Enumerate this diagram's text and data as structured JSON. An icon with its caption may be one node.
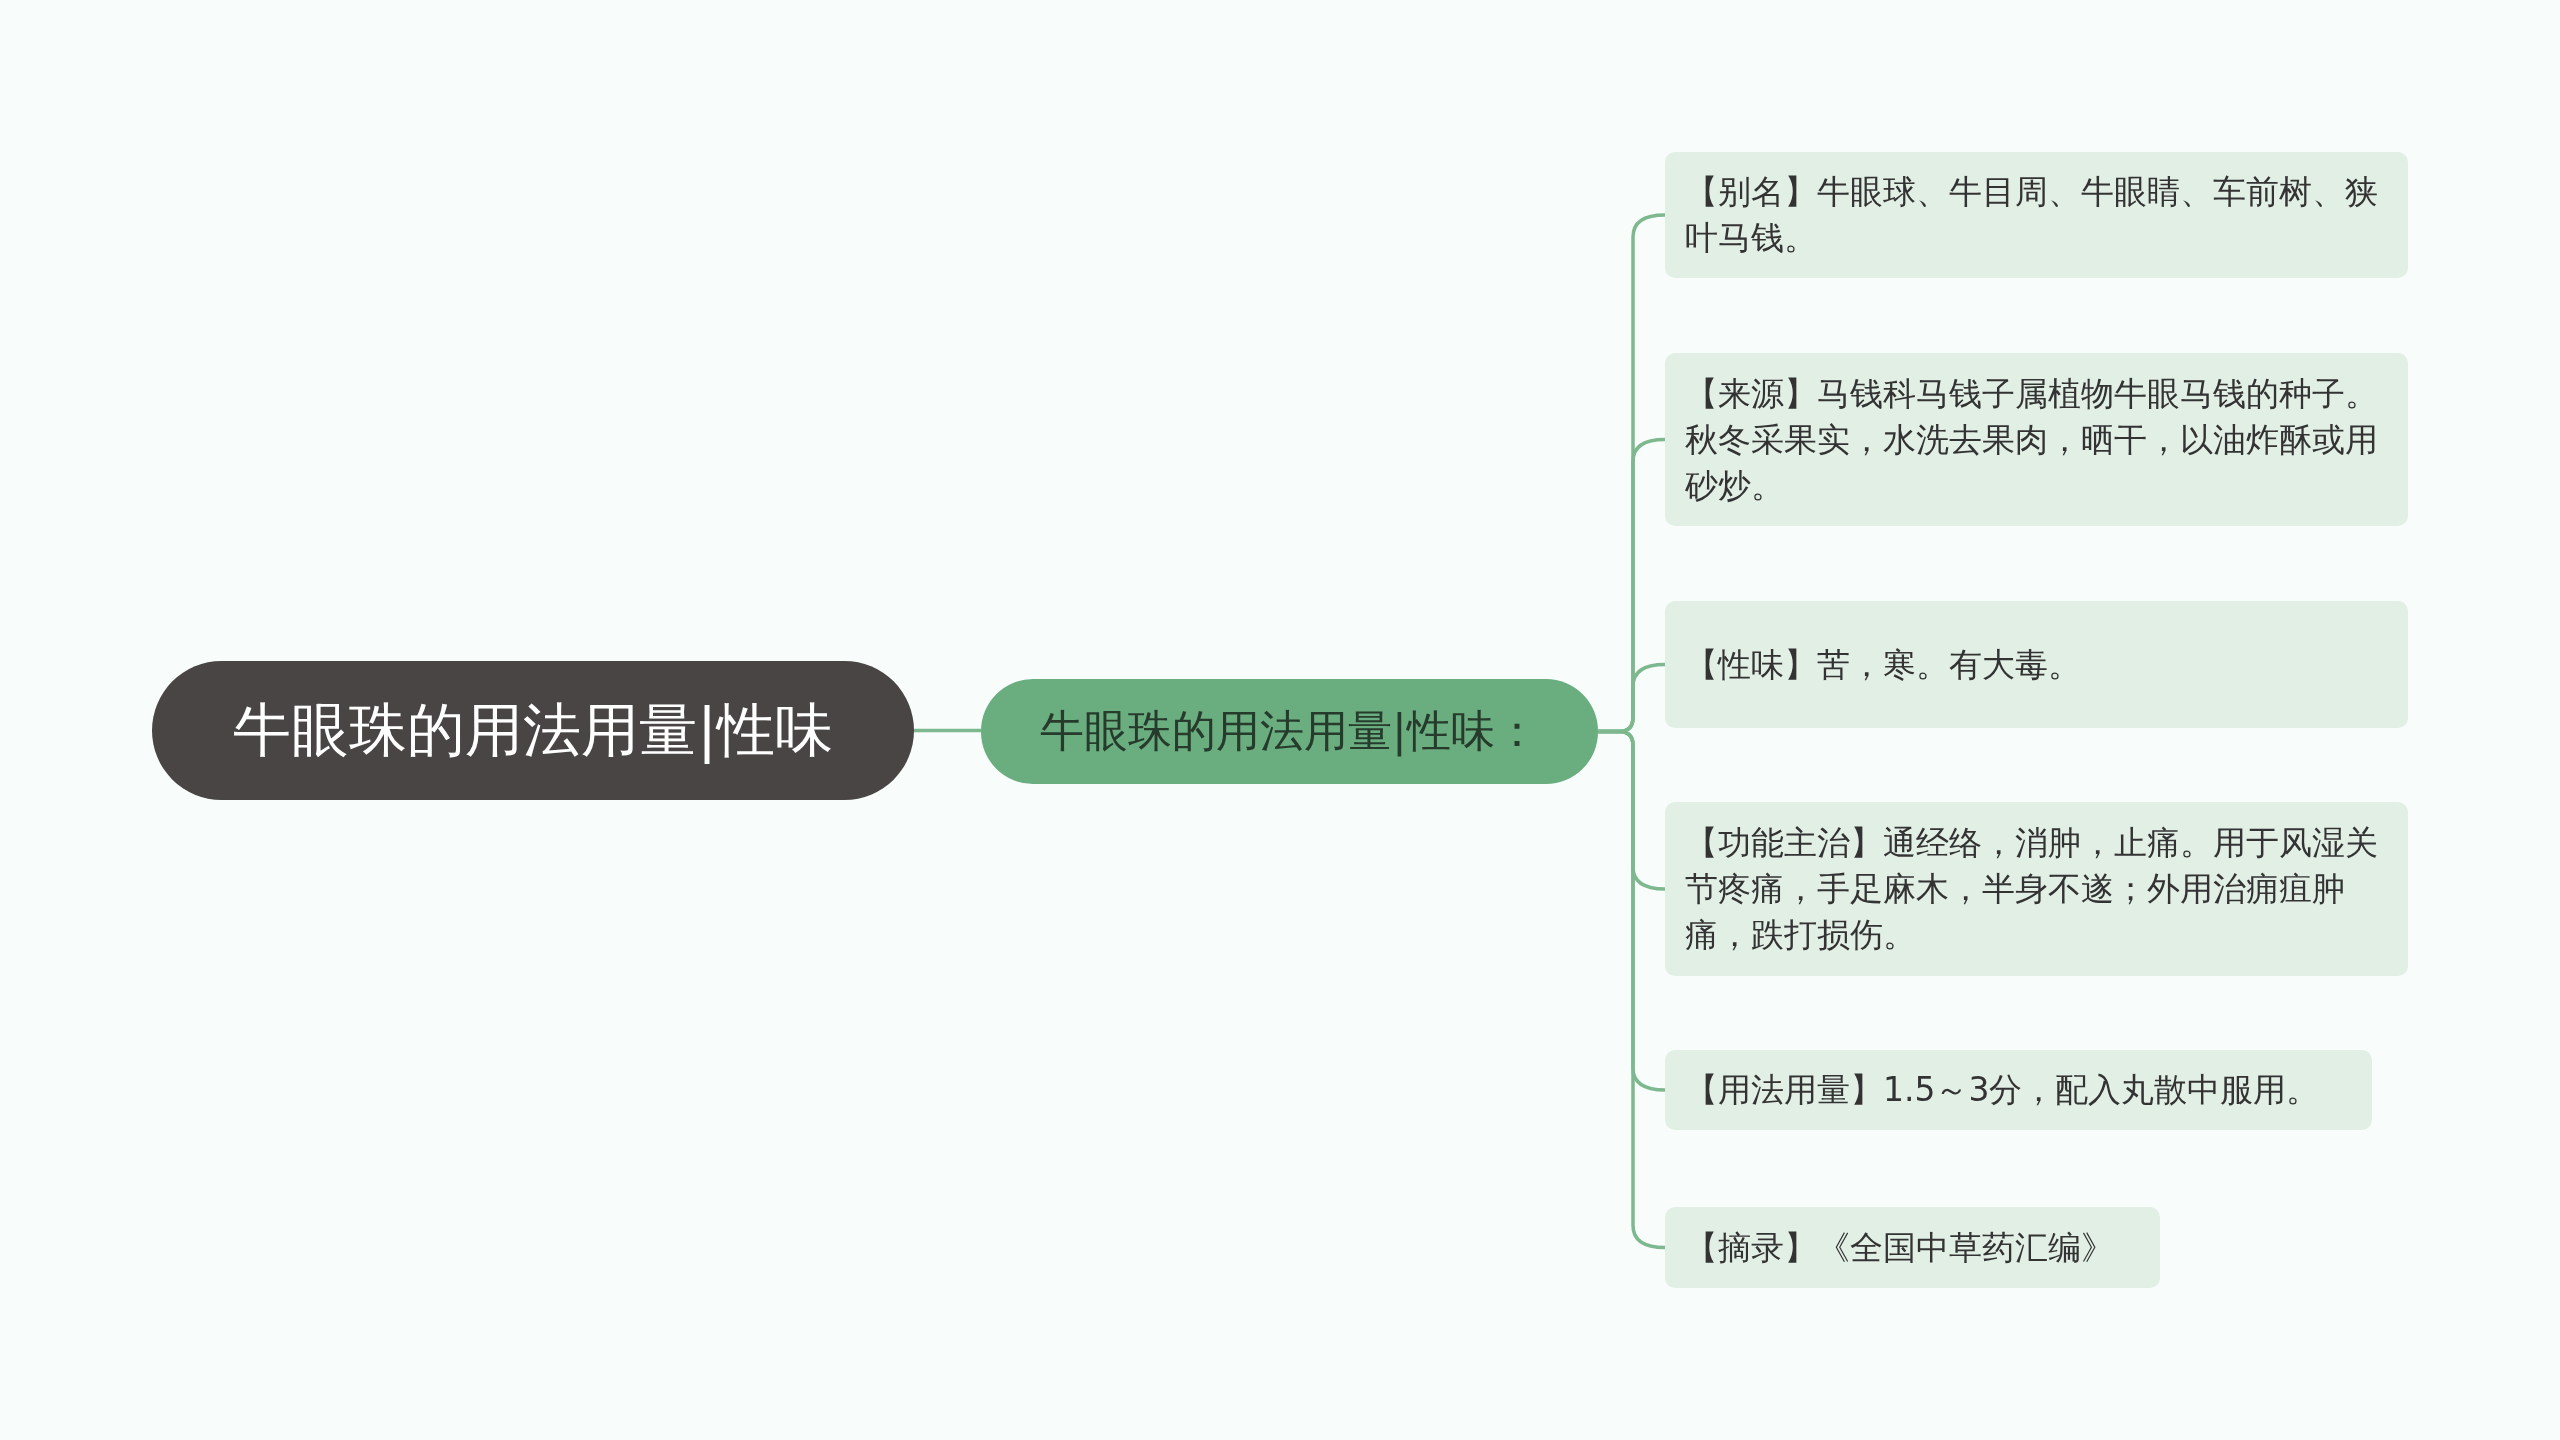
{
  "diagram": {
    "nodes": [
      {
        "text": [
          "牛眼珠的用法用量|性味"
        ]
      },
      {
        "text": [
          "牛眼珠的用法用量|性味："
        ]
      },
      {
        "text": [
          "【别名】牛眼球、牛目周、牛眼睛、车前树、狭叶马钱。"
        ]
      },
      {
        "text": [
          "【来源】马钱科马钱子属植物牛眼马钱的种子。秋冬采果实，水洗去果肉，晒干，以油炸酥或用砂炒。"
        ]
      },
      {
        "text": [
          "【性味】苦，寒。有大毒。"
        ]
      },
      {
        "text": [
          "【功能主治】通经络，消肿，止痛。用于风湿关节疼痛，手足麻木，半身不遂；外用治痈疽肿痛，跌打损伤。"
        ]
      },
      {
        "text": [
          "【用法用量】1.5～3分，配入丸散中服用。"
        ]
      },
      {
        "text": [
          "【摘录】《全国中草药汇编》"
        ]
      }
    ],
    "edges": [
      {
        "from": 0,
        "to": 1,
        "arrow": "none"
      },
      {
        "from": 1,
        "to": 2,
        "arrow": "none"
      },
      {
        "from": 1,
        "to": 3,
        "arrow": "none"
      },
      {
        "from": 1,
        "to": 4,
        "arrow": "none"
      },
      {
        "from": 1,
        "to": 5,
        "arrow": "none"
      },
      {
        "from": 1,
        "to": 6,
        "arrow": "none"
      },
      {
        "from": 1,
        "to": 7,
        "arrow": "none"
      }
    ]
  }
}
